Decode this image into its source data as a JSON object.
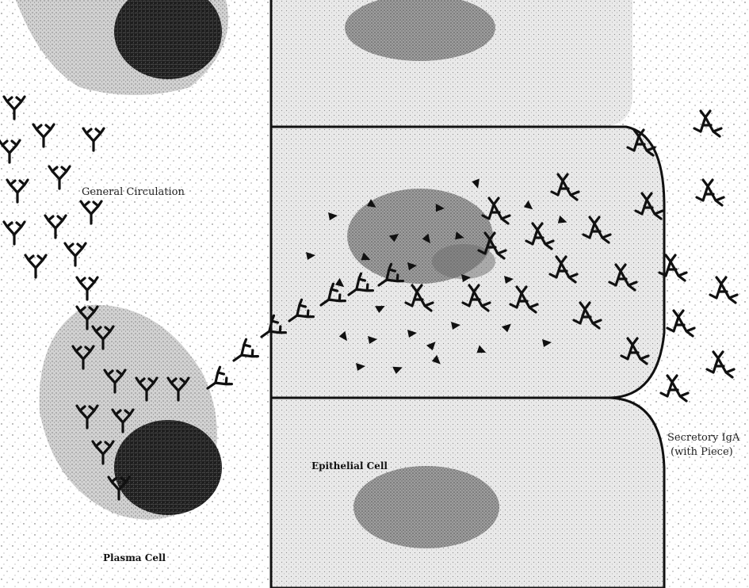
{
  "labels": {
    "general_circulation": "General Circulation",
    "plasma_cell": "Plasma Cell",
    "epithelial_cell": "Epithelial Cell",
    "secretory_iga_line1": "Secretory IgA",
    "secretory_iga_line2": "(with Piece)"
  },
  "colors": {
    "ink": "#111111",
    "cytoplasm": "#cfcfcf",
    "cell_fill": "#e6e6e6",
    "nucleus_dark": "#1a1a1a",
    "nucleus_light": "#a9a9a9",
    "background": "#ffffff"
  },
  "icons": [
    "iga-antibody-icon",
    "secretory-piece-icon",
    "igA-dimer-icon"
  ]
}
